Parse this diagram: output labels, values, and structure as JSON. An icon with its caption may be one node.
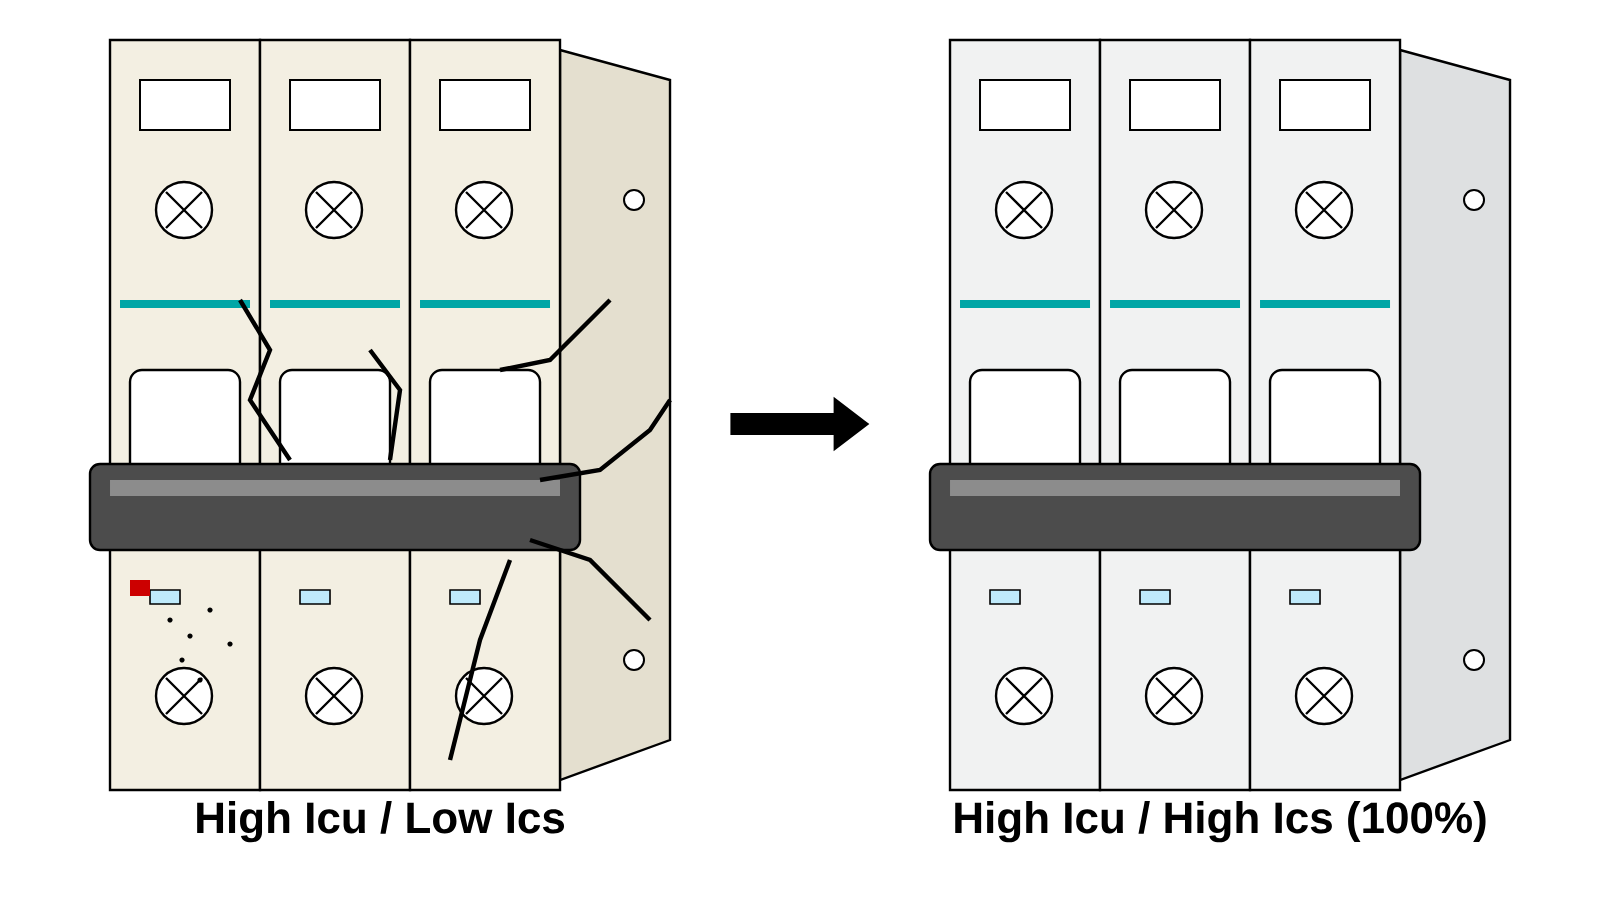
{
  "diagram": {
    "nodes": [
      {
        "text": [],
        "shape": "picture",
        "beside": [
          "High Icu / Low Ics"
        ]
      },
      {
        "text": [],
        "shape": "picture",
        "beside": [
          "High Icu / High Ics (100%)"
        ]
      }
    ],
    "edges": [
      {
        "from": 0,
        "to": 1,
        "arrow": "to"
      }
    ]
  }
}
